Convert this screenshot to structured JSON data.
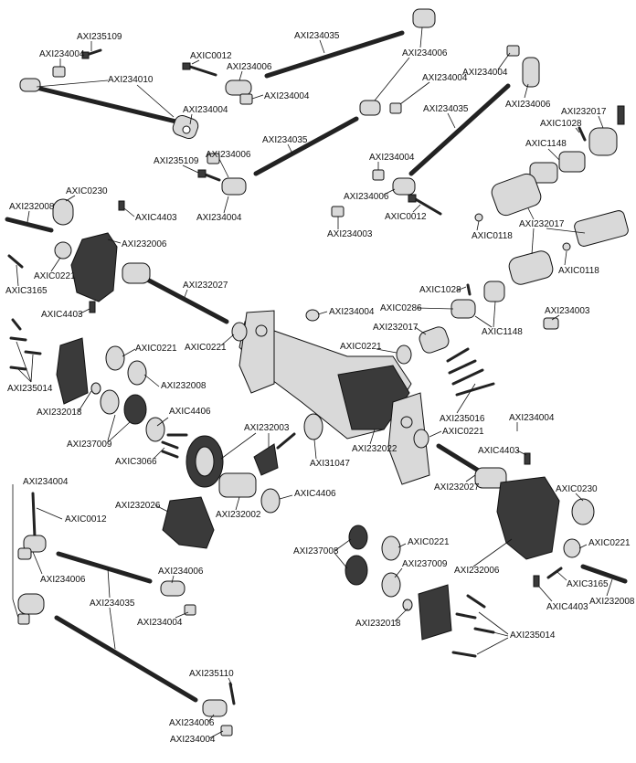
{
  "labels": {
    "a235109_top": "AXI235109",
    "a234004_tl": "AXI234004",
    "a234010": "AXI234010",
    "a234004_b": "AXI234004",
    "a235109_mid": "AXI235109",
    "a234006_a": "AXI234006",
    "a234004_c": "AXI234004",
    "c0012_top": "AXIC0012",
    "a234006_b": "AXI234006",
    "a234004_d": "AXI234004",
    "a234035_top": "AXI234035",
    "a234006_c": "AXI234006",
    "a234004_e": "AXI234004",
    "a234035_mid": "AXI234035",
    "a234004_f": "AXI234004",
    "a234006_d": "AXI234006",
    "a234035_right": "AXI234035",
    "a232017_tr": "AXI232017",
    "c1028_tr": "AXIC1028",
    "c1148_tr": "AXIC1148",
    "a234004_g": "AXI234004",
    "a234006_e": "AXI234006",
    "c0012_mid": "AXIC0012",
    "a234003_top": "AXI234003",
    "c0118_a": "AXIC0118",
    "a232017_mid": "AXI232017",
    "c0118_b": "AXIC0118",
    "c0230_left": "AXIC0230",
    "a232008_left": "AXI232008",
    "c4403_tl": "AXIC4403",
    "a232006_left": "AXI232006",
    "c0221_l1": "AXIC0221",
    "c3165_left": "AXIC3165",
    "a232027_left": "AXI232027",
    "c4403_l2": "AXIC4403",
    "a234004_h": "AXI234004",
    "c1028_mid": "AXIC1028",
    "c0286": "AXIC0286",
    "a232017_c": "AXI232017",
    "c1148_mid": "AXIC1148",
    "a234003_right": "AXI234003",
    "c0221_l2": "AXIC0221",
    "c0221_c": "AXIC0221",
    "a235014_left": "AXI235014",
    "a232008_mid": "AXI232008",
    "a232018_left": "AXI232018",
    "a235016": "AXI235016",
    "c4406_a": "AXIC4406",
    "a237009_left": "AXI237009",
    "a232003": "AXI232003",
    "c3066": "AXIC3066",
    "a31047": "AXI31047",
    "a232022": "AXI232022",
    "c0221_d": "AXIC0221",
    "a234004_i": "AXI234004",
    "c4403_r": "AXIC4403",
    "a232027_right": "AXI232027",
    "c0230_right": "AXIC0230",
    "a232026": "AXI232026",
    "c4406_b": "AXIC4406",
    "a232002": "AXI232002",
    "a234004_j": "AXI234004",
    "c0012_low": "AXIC0012",
    "a234006_f": "AXI234006",
    "a234035_low": "AXI234035",
    "a234006_g": "AXI234006",
    "a234004_k": "AXI234004",
    "c0221_r1": "AXIC0221",
    "a237008": "AXI237008",
    "a237009_right": "AXI237009",
    "a232006_right": "AXI232006",
    "c0221_r2": "AXIC0221",
    "c3165_right": "AXIC3165",
    "c4403_br": "AXIC4403",
    "a232008_right": "AXI232008",
    "a232018_right": "AXI232018",
    "a235014_right": "AXI235014",
    "a235110": "AXI235110",
    "a234006_h": "AXI234006",
    "a234004_l": "AXI234004"
  }
}
